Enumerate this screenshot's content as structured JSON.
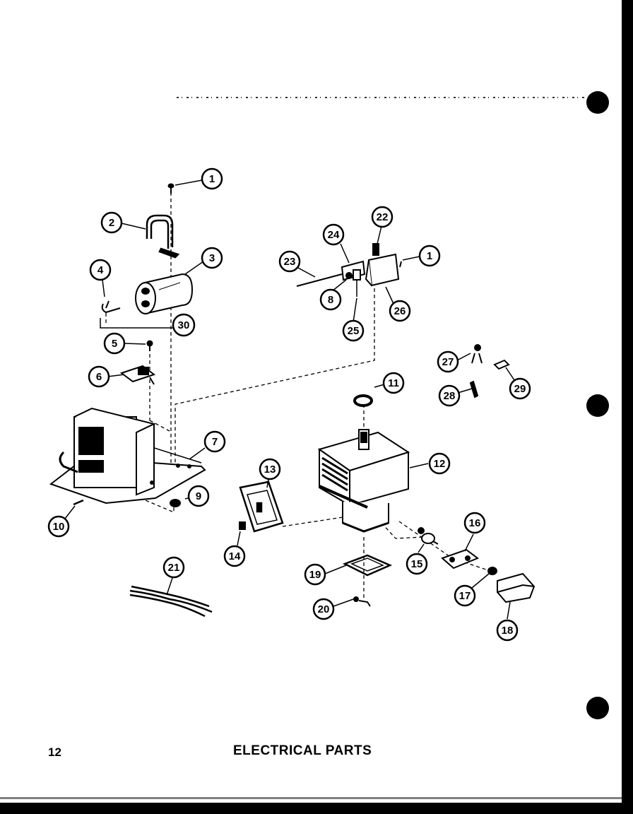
{
  "page": {
    "number": "12",
    "title": "ELECTRICAL PARTS"
  },
  "callouts": [
    {
      "label": "1"
    },
    {
      "label": "2"
    },
    {
      "label": "3"
    },
    {
      "label": "4"
    },
    {
      "label": "30"
    },
    {
      "label": "5"
    },
    {
      "label": "6"
    },
    {
      "label": "24"
    },
    {
      "label": "22"
    },
    {
      "label": "1"
    },
    {
      "label": "23"
    },
    {
      "label": "8"
    },
    {
      "label": "25"
    },
    {
      "label": "26"
    },
    {
      "label": "27"
    },
    {
      "label": "29"
    },
    {
      "label": "28"
    },
    {
      "label": "11"
    },
    {
      "label": "7"
    },
    {
      "label": "12"
    },
    {
      "label": "13"
    },
    {
      "label": "9"
    },
    {
      "label": "10"
    },
    {
      "label": "14"
    },
    {
      "label": "16"
    },
    {
      "label": "15"
    },
    {
      "label": "21"
    },
    {
      "label": "19"
    },
    {
      "label": "17"
    },
    {
      "label": "18"
    },
    {
      "label": "20"
    }
  ]
}
